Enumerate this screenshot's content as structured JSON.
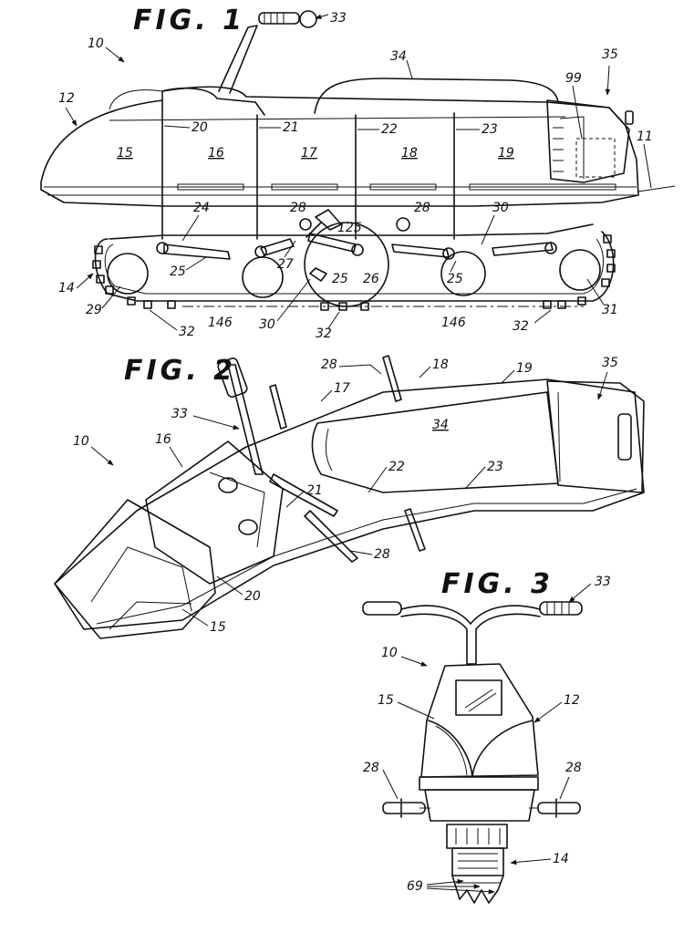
{
  "figures": {
    "fig1": {
      "title": "FIG. 1",
      "refs": {
        "r10": "10",
        "r12": "12",
        "r14": "14",
        "r15": "15",
        "r16": "16",
        "r17": "17",
        "r18": "18",
        "r19": "19",
        "r20": "20",
        "r21": "21",
        "r22": "22",
        "r23": "23",
        "r24": "24",
        "r25a": "25",
        "r25b": "25",
        "r25c": "25",
        "r26": "26",
        "r27": "27",
        "r28a": "28",
        "r28b": "28",
        "r29": "29",
        "r30a": "30",
        "r30b": "30",
        "r31": "31",
        "r32a": "32",
        "r32b": "32",
        "r32c": "32",
        "r33": "33",
        "r34": "34",
        "r35": "35",
        "r99": "99",
        "r11": "11",
        "r125": "125",
        "r146a": "146",
        "r146b": "146"
      }
    },
    "fig2": {
      "title": "FIG. 2",
      "refs": {
        "r10": "10",
        "r15": "15",
        "r16": "16",
        "r17": "17",
        "r18": "18",
        "r19": "19",
        "r20": "20",
        "r21": "21",
        "r22": "22",
        "r23": "23",
        "r28a": "28",
        "r28b": "28",
        "r33": "33",
        "r34": "34",
        "r35": "35"
      }
    },
    "fig3": {
      "title": "FIG. 3",
      "refs": {
        "r10": "10",
        "r12": "12",
        "r14": "14",
        "r15": "15",
        "r28a": "28",
        "r28b": "28",
        "r33": "33",
        "r69": "69"
      }
    }
  }
}
